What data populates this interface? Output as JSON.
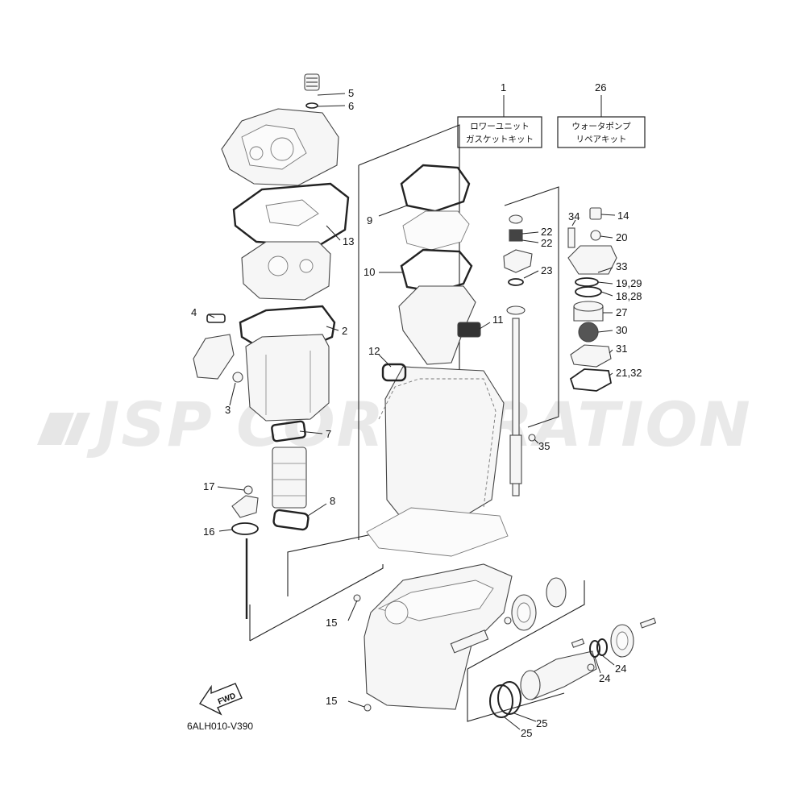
{
  "watermark": {
    "text": "JSP CORPORATION"
  },
  "diagram_code": "6ALH010-V390",
  "fwd_label": "FWD",
  "kits": [
    {
      "number": "1",
      "line1": "ロワーユニット",
      "line2": "ガスケットキット"
    },
    {
      "number": "26",
      "line1": "ウォータポンプ",
      "line2": "リペアキット"
    }
  ],
  "callouts": {
    "c5": "5",
    "c6": "6",
    "c13": "13",
    "c4": "4",
    "c2": "2",
    "c3": "3",
    "c7": "7",
    "c17": "17",
    "c8": "8",
    "c16": "16",
    "c9": "9",
    "c10": "10",
    "c11": "11",
    "c12": "12",
    "c14": "14",
    "c34": "34",
    "c22a": "22",
    "c22b": "22",
    "c20": "20",
    "c23": "23",
    "c33": "33",
    "c1929": "19,29",
    "c1828": "18,28",
    "c27": "27",
    "c30": "30",
    "c31": "31",
    "c2132": "21,32",
    "c35": "35",
    "c15a": "15",
    "c15b": "15",
    "c24a": "24",
    "c24b": "24",
    "c25a": "25",
    "c25b": "25"
  }
}
